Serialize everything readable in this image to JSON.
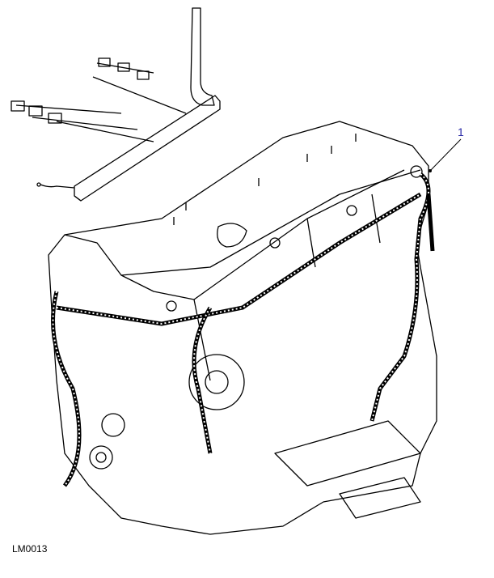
{
  "diagram": {
    "callouts": [
      {
        "number": "1",
        "part": "engine-wiring-harness"
      }
    ],
    "figure_reference": "LM0013",
    "colors": {
      "callout": "#2a2aa8",
      "lines": "#000000"
    }
  }
}
